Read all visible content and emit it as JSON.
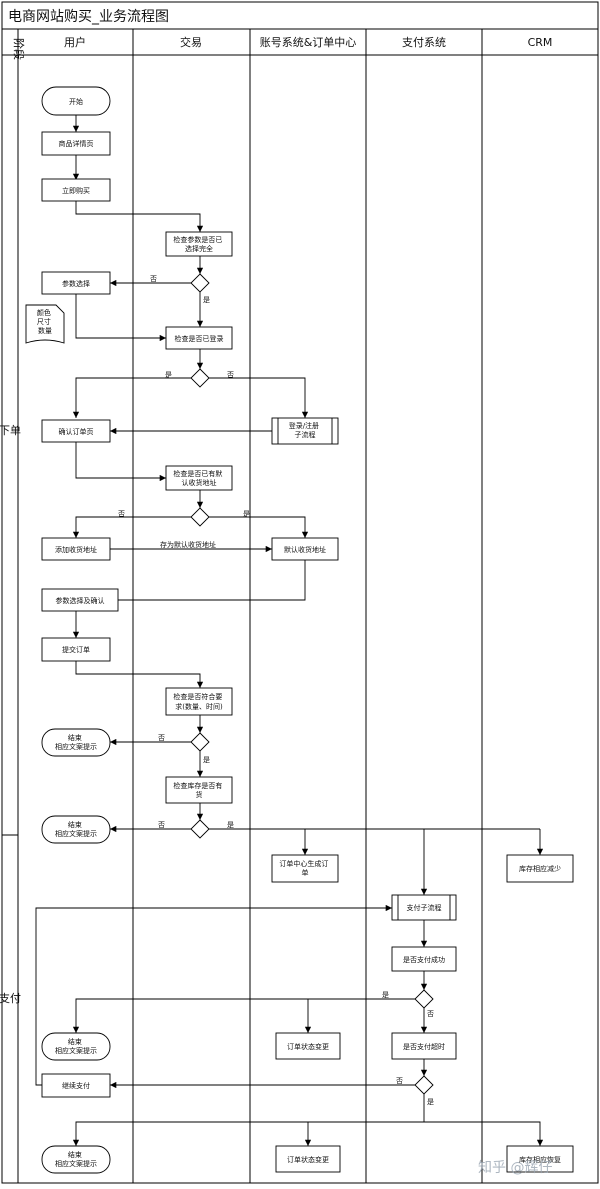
{
  "title": "电商网站购买_业务流程图",
  "corner_label": "阶段",
  "lanes": [
    "用户",
    "交易",
    "账号系统&订单中心",
    "支付系统",
    "CRM"
  ],
  "phases": [
    "下单",
    "支付"
  ],
  "nodes": {
    "start": "开始",
    "product_detail": "商品详情页",
    "buy_now": "立即购买",
    "check_params": [
      "检查参数是否已",
      "选择完全"
    ],
    "param_select": "参数选择",
    "param_note": [
      "颜色",
      "尺寸",
      "数量"
    ],
    "check_login": "检查是否已登录",
    "login_sub": [
      "登录/注册",
      "子流程"
    ],
    "confirm_order": "确认订单页",
    "check_addr": [
      "检查是否已有默",
      "认收货地址"
    ],
    "add_addr": "添加收货地址",
    "default_addr": "默认收货地址",
    "param_confirm": "参数选择及确认",
    "submit_order": "提交订单",
    "check_rules": [
      "检查是否符合要",
      "求(数量、时间)"
    ],
    "end1": [
      "结束",
      "相应文案提示"
    ],
    "check_stock": [
      "检查库存是否有",
      "货"
    ],
    "end2": [
      "结束",
      "相应文案提示"
    ],
    "gen_order": [
      "订单中心生成订",
      "单"
    ],
    "stock_reduce": "库存相应减少",
    "pay_sub": "支付子流程",
    "pay_success": "是否支付成功",
    "end3": [
      "结束",
      "相应文案提示"
    ],
    "status1": "订单状态变更",
    "pay_timeout": "是否支付超时",
    "continue_pay": "继续支付",
    "end4": [
      "结束",
      "相应文案提示"
    ],
    "status2": "订单状态变更",
    "stock_restore": "库存相应恢复"
  },
  "edge_labels": {
    "no": "否",
    "yes": "是",
    "save_default": "存为默认收货地址"
  },
  "watermark": "知乎 @辉仔"
}
